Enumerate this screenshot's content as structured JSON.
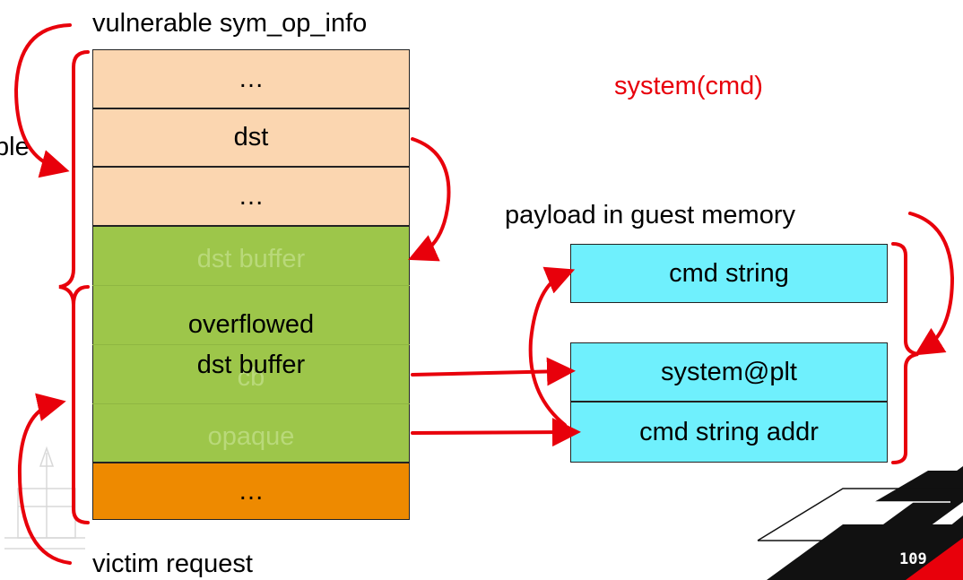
{
  "labels": {
    "top": "vulnerable sym_op_info",
    "left_cut": "ble",
    "bottom": "victim request",
    "system_call": "system(cmd)",
    "payload": "payload in guest memory"
  },
  "stack": {
    "cells": [
      "…",
      "dst",
      "…"
    ],
    "ghost_dst_buffer": "dst buffer",
    "ghost_cb": "cb",
    "ghost_opaque": "opaque",
    "overflow_line1": "overflowed",
    "overflow_line2": "dst buffer",
    "bottom_cell": "…"
  },
  "payload": {
    "cells": [
      "cmd string",
      "system@plt",
      "cmd string addr"
    ]
  },
  "slide_number": "109",
  "colors": {
    "accent_red": "#e8000b",
    "peach": "#fbd6b0",
    "green": "#9dc64a",
    "orange": "#ee8a00",
    "cyan": "#6ff0fd"
  }
}
